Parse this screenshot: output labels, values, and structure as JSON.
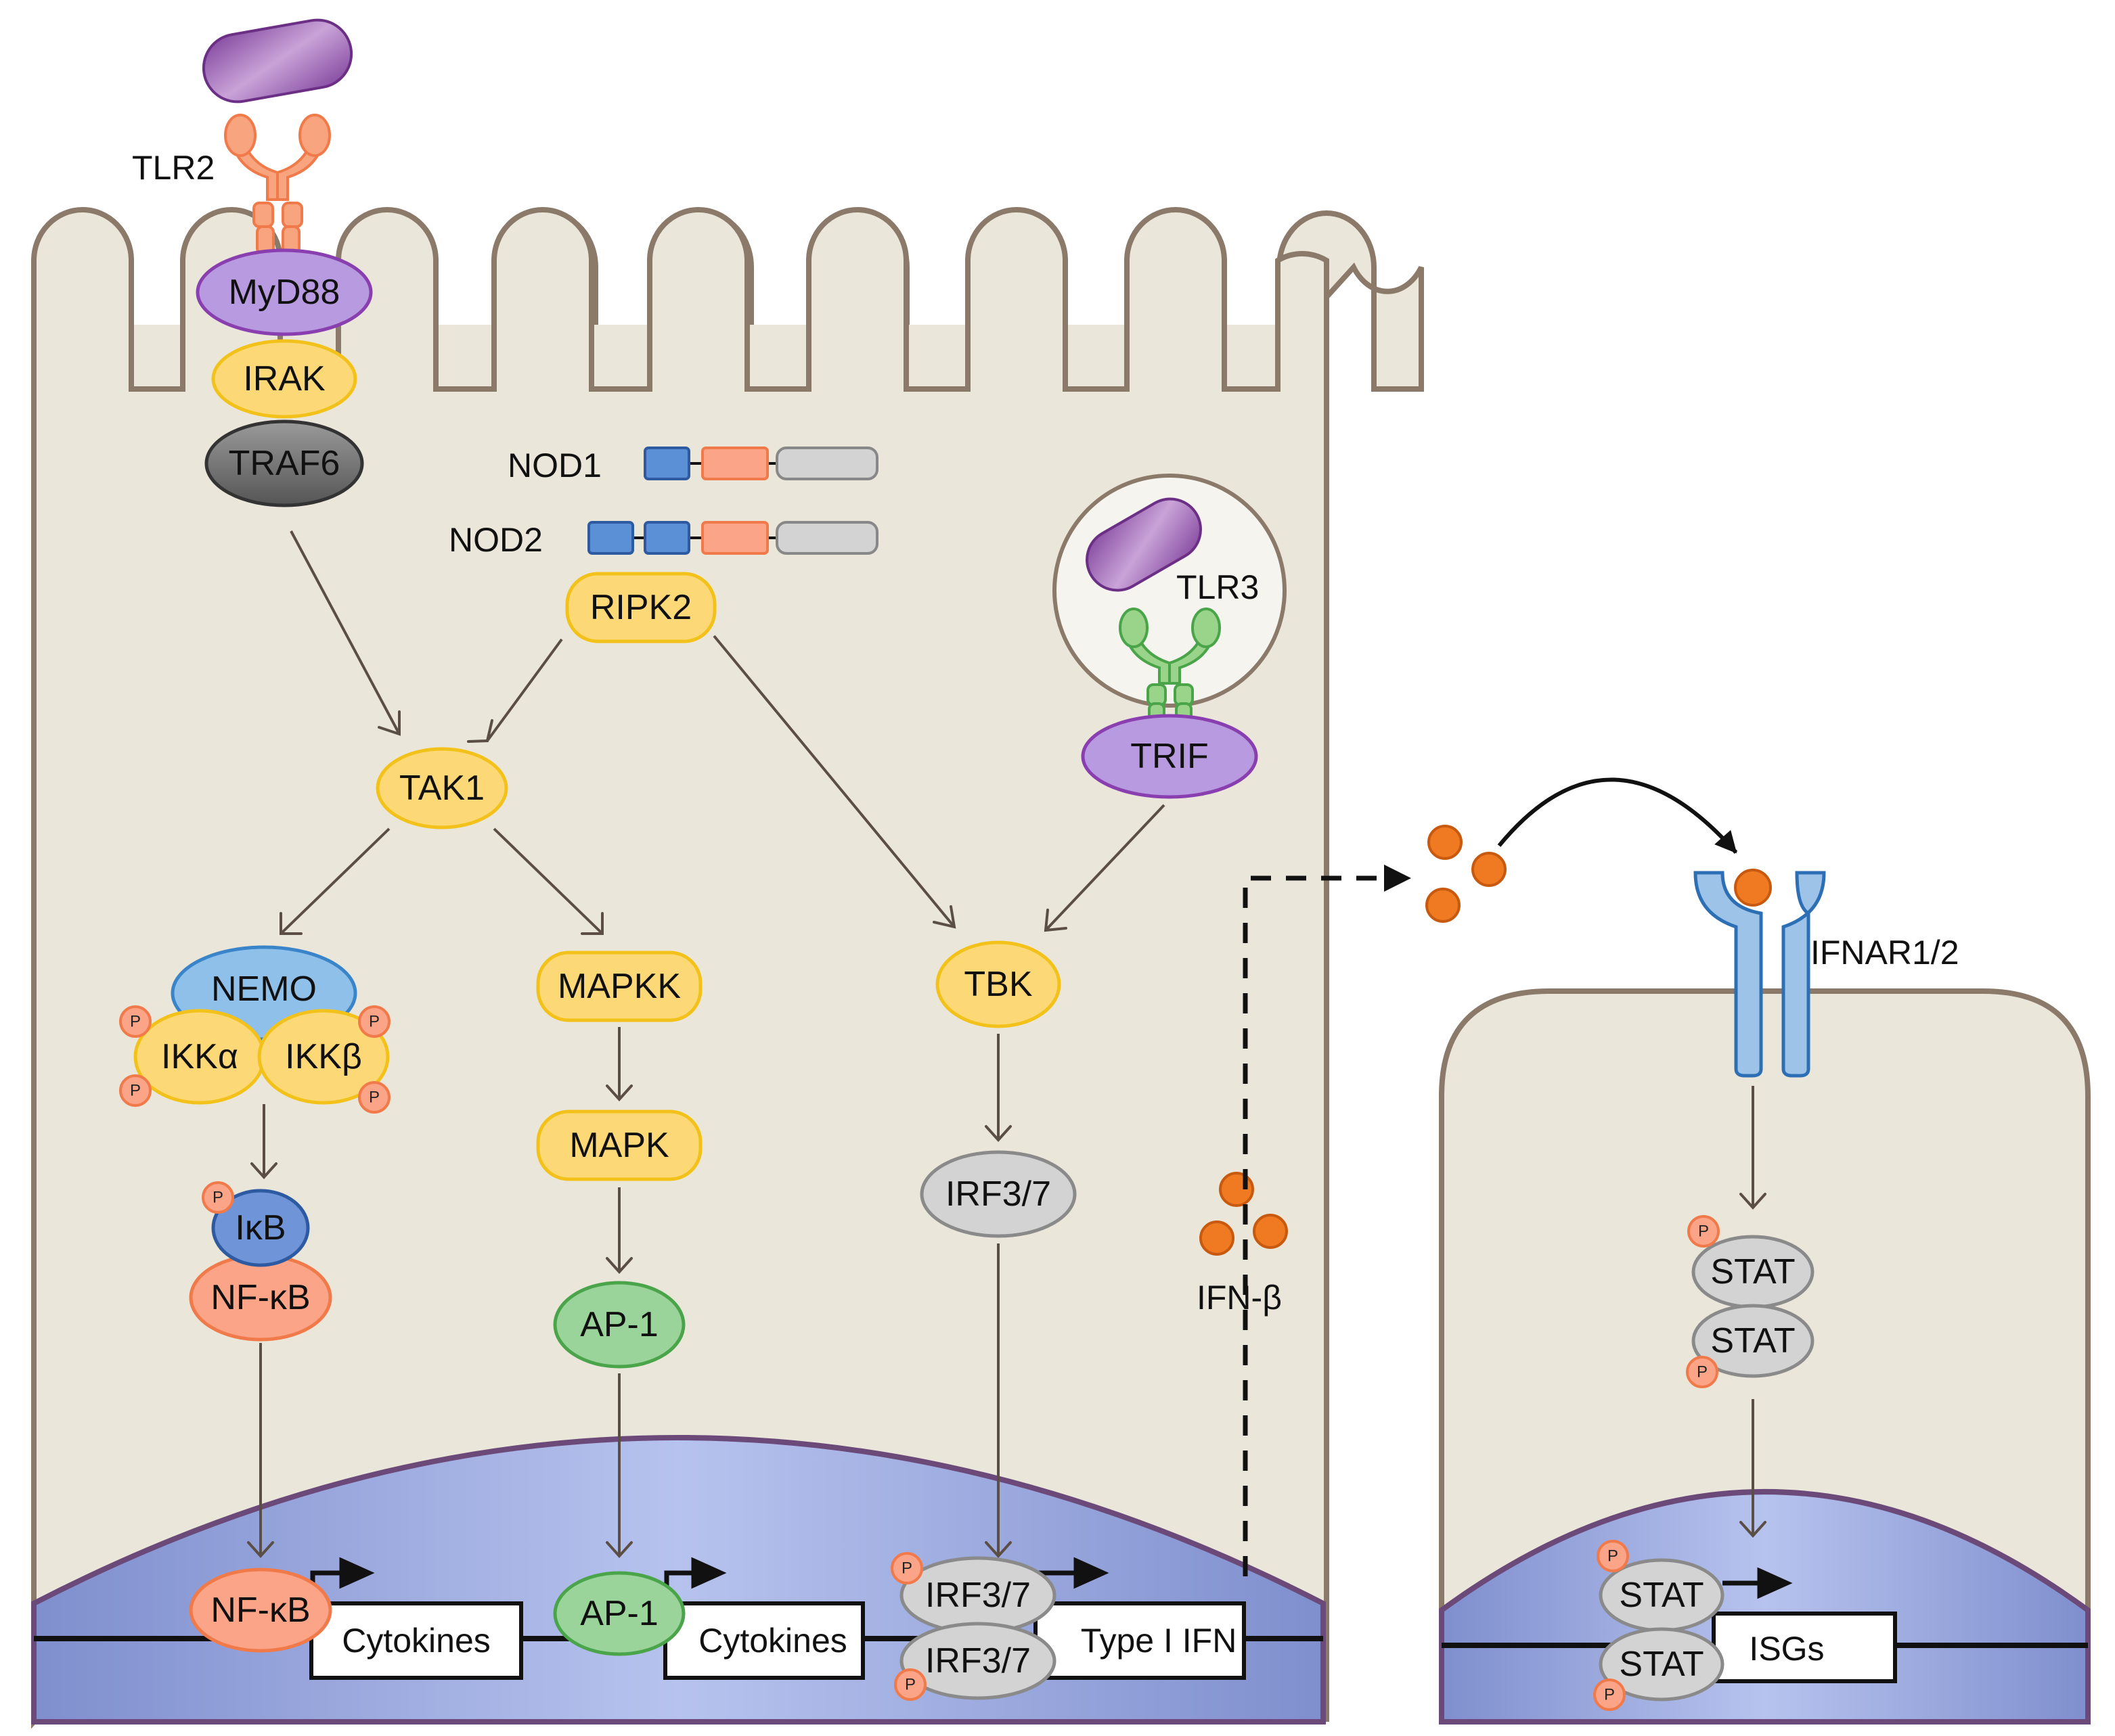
{
  "colors": {
    "cytoplasm": "#ebe6da",
    "cell_outline": "#8b7a6a",
    "nucleus": "#9aa8dc",
    "nucleus_outline": "#6b4a7a",
    "yellow_node": "#fdd877",
    "yellow_outline": "#f3c21a",
    "purple_node": "#b89ae0",
    "purple_outline": "#8a3fb0",
    "orange_node": "#fba488",
    "orange_outline": "#f07a4a",
    "green_node": "#9bd49b",
    "green_outline": "#4aa54a",
    "gray_node": "#d3d3d3",
    "gray_outline": "#8a8a8a",
    "arrow": "#5b4e44",
    "ifn_dot": "#f07a22",
    "receptor_blue": "#9ec3e8",
    "tlr_orange": "#f8a47e",
    "tlr_green": "#9ad38a",
    "bacterium": "#9b59b6"
  },
  "receptors": {
    "tlr2": "TLR2",
    "tlr3": "TLR3",
    "nod1": "NOD1",
    "nod2": "NOD2",
    "ifnar": "IFNAR1/2"
  },
  "nodes": {
    "myd88": "MyD88",
    "irak": "IRAK",
    "traf6": "TRAF6",
    "ripk2": "RIPK2",
    "trif": "TRIF",
    "tak1": "TAK1",
    "nemo": "NEMO",
    "ikka": "IKKα",
    "ikkb": "IKKβ",
    "ikb": "IκB",
    "nfkb": "NF-κB",
    "mapkk": "MAPKK",
    "mapk": "MAPK",
    "ap1": "AP-1",
    "tbk": "TBK",
    "irf": "IRF3/7",
    "stat": "STAT"
  },
  "phospho": "P",
  "ifn_label": "IFN-β",
  "genes": {
    "cytokines_1": "Cytokines",
    "cytokines_2": "Cytokines",
    "type1_ifn": "Type I IFN",
    "isgs": "ISGs"
  }
}
